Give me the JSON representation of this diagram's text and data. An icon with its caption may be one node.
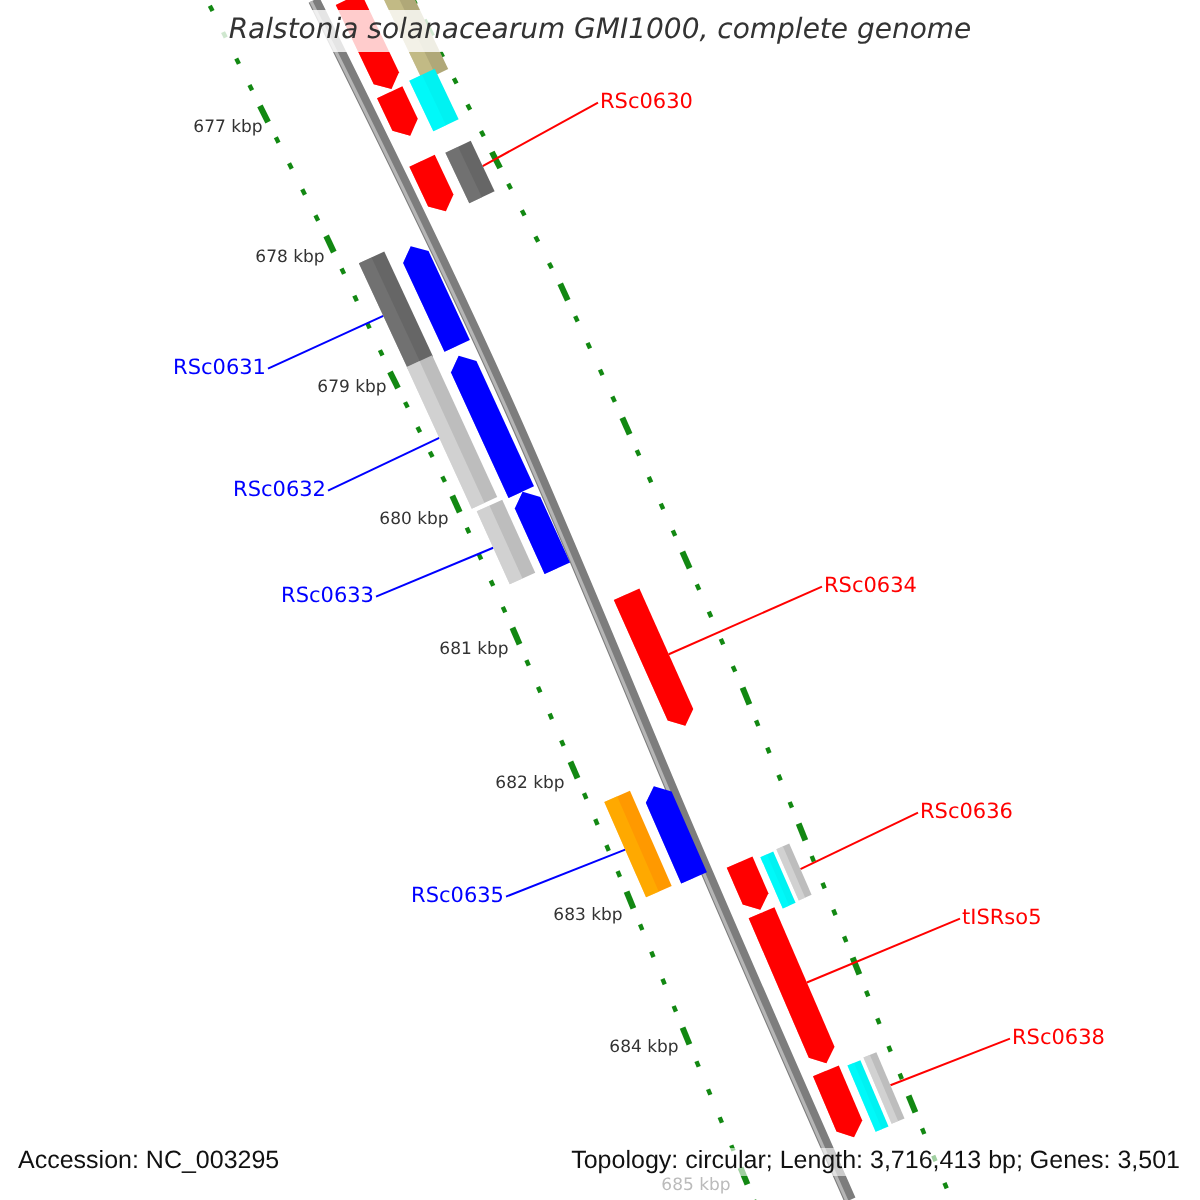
{
  "diagram": {
    "title": "Ralstonia solanacearum GMI1000, complete genome",
    "nodes": [
      {
        "text": [
          "RSc0630"
        ]
      },
      {
        "text": [],
        "shape": "bar"
      },
      {
        "text": [
          "RSc0631"
        ]
      },
      {
        "text": [],
        "shape": "bar"
      },
      {
        "text": [
          "RSc0632"
        ]
      },
      {
        "text": [],
        "shape": "bar"
      },
      {
        "text": [
          "RSc0633"
        ]
      },
      {
        "text": [],
        "shape": "bar"
      },
      {
        "text": [
          "RSc0634"
        ]
      },
      {
        "text": [],
        "shape": "arrow"
      },
      {
        "text": [
          "RSc0635"
        ]
      },
      {
        "text": [],
        "shape": "bar"
      },
      {
        "text": [
          "RSc0636"
        ]
      },
      {
        "text": [],
        "shape": "bar"
      },
      {
        "text": [
          "tISRso5"
        ]
      },
      {
        "text": [],
        "shape": "arrow"
      },
      {
        "text": [
          "RSc0638"
        ]
      },
      {
        "text": [],
        "shape": "bar"
      }
    ],
    "edges": [
      {
        "from": 0,
        "to": 1,
        "arrow": "none"
      },
      {
        "from": 2,
        "to": 3,
        "arrow": "none",
        "color": "#0000ff"
      },
      {
        "from": 4,
        "to": 5,
        "arrow": "none",
        "color": "#0000ff"
      },
      {
        "from": 6,
        "to": 7,
        "arrow": "none",
        "color": "#0000ff"
      },
      {
        "from": 8,
        "to": 9,
        "arrow": "none"
      },
      {
        "from": 10,
        "to": 11,
        "arrow": "none",
        "color": "#0000ff"
      },
      {
        "from": 12,
        "to": 13,
        "arrow": "none"
      },
      {
        "from": 14,
        "to": 15,
        "arrow": "none"
      },
      {
        "from": 16,
        "to": 17,
        "arrow": "none"
      }
    ],
    "labels": [
      "677 kbp",
      "678 kbp",
      "679 kbp",
      "680 kbp",
      "681 kbp",
      "682 kbp",
      "683 kbp",
      "684 kbp",
      "685 kbp",
      "Accession: NC_003295",
      "Topology: circular; Length: 3,716,413 bp; Genes: 3,501"
    ]
  }
}
